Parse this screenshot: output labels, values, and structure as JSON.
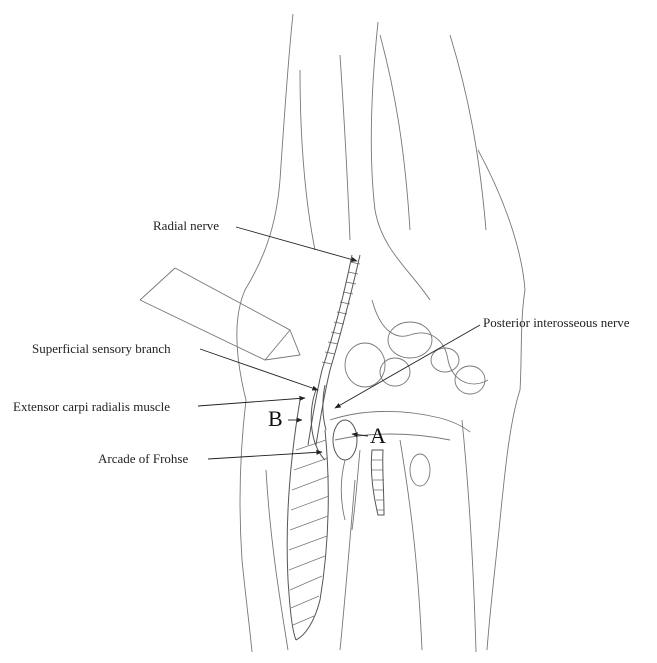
{
  "labels": {
    "radial_nerve": "Radial nerve",
    "posterior_interosseous_nerve": "Posterior interosseous nerve",
    "superficial_sensory_branch": "Superficial sensory branch",
    "extensor_carpi_radialis_muscle": "Extensor carpi radialis muscle",
    "arcade_of_frohse": "Arcade of Frohse",
    "marker_a": "A",
    "marker_b": "B"
  },
  "colors": {
    "line": "#555555",
    "text": "#222222",
    "background": "#ffffff"
  }
}
